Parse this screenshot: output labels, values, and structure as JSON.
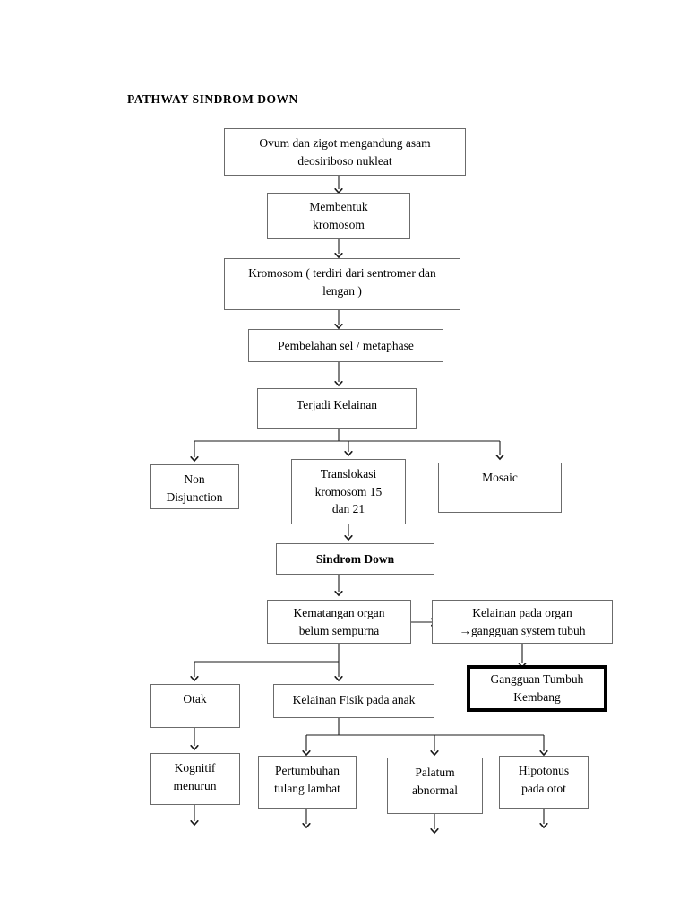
{
  "document": {
    "title": "PATHWAY SINDROM DOWN"
  },
  "flowchart": {
    "type": "flowchart",
    "nodes": [
      {
        "id": "n1",
        "label": "Ovum dan zigot mengandung asam\ndeosiriboso nukleat"
      },
      {
        "id": "n2",
        "label": "Membentuk\nkromosom"
      },
      {
        "id": "n3",
        "label": "Kromosom ( terdiri dari sentromer dan\nlengan )"
      },
      {
        "id": "n4",
        "label": "Pembelahan sel / metaphase"
      },
      {
        "id": "n5",
        "label": "Terjadi Kelainan"
      },
      {
        "id": "n6",
        "label": "Non\nDisjunction"
      },
      {
        "id": "n7",
        "label": "Translokasi\nkromosom 15\ndan 21"
      },
      {
        "id": "n8",
        "label": "Mosaic"
      },
      {
        "id": "n9",
        "label": "Sindrom Down"
      },
      {
        "id": "n10",
        "label": "Kematangan organ\nbelum sempurna"
      },
      {
        "id": "n11",
        "label": "Kelainan pada organ\n→gangguan system tubuh"
      },
      {
        "id": "n12",
        "label": "Gangguan Tumbuh\nKembang"
      },
      {
        "id": "n13",
        "label": "Otak"
      },
      {
        "id": "n14",
        "label": "Kelainan Fisik pada anak"
      },
      {
        "id": "n15",
        "label": "Kognitif\nmenurun"
      },
      {
        "id": "n16",
        "label": "Pertumbuhan\ntulang lambat"
      },
      {
        "id": "n17",
        "label": "Palatum\nabnormal"
      },
      {
        "id": "n18",
        "label": "Hipotonus\npada otot"
      }
    ],
    "edges": [
      {
        "from": "n1",
        "to": "n2"
      },
      {
        "from": "n2",
        "to": "n3"
      },
      {
        "from": "n3",
        "to": "n4"
      },
      {
        "from": "n4",
        "to": "n5"
      },
      {
        "from": "n5",
        "to": "n6"
      },
      {
        "from": "n5",
        "to": "n7"
      },
      {
        "from": "n5",
        "to": "n8"
      },
      {
        "from": "n7",
        "to": "n9"
      },
      {
        "from": "n9",
        "to": "n10"
      },
      {
        "from": "n10",
        "to": "n11"
      },
      {
        "from": "n11",
        "to": "n12"
      },
      {
        "from": "n10",
        "to": "n13"
      },
      {
        "from": "n10",
        "to": "n14"
      },
      {
        "from": "n13",
        "to": "n15"
      },
      {
        "from": "n14",
        "to": "n16"
      },
      {
        "from": "n14",
        "to": "n17"
      },
      {
        "from": "n14",
        "to": "n18"
      },
      {
        "from": "n15",
        "to": "open"
      },
      {
        "from": "n16",
        "to": "open"
      },
      {
        "from": "n17",
        "to": "open"
      },
      {
        "from": "n18",
        "to": "open"
      }
    ],
    "colors": {
      "border": "#808080",
      "border_dark": "#6b6b6b",
      "emphasis_border": "#000000",
      "line": "#1a1a1a",
      "background": "#ffffff",
      "text": "#000000"
    }
  }
}
